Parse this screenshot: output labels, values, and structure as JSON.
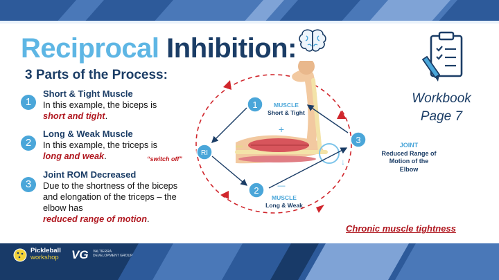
{
  "title": {
    "part1": "Reciprocal",
    "part2": "Inhibition:"
  },
  "subtitle": "3 Parts of the Process:",
  "steps": [
    {
      "num": "1",
      "heading": "Short & Tight Muscle",
      "text": "In this example, the biceps is",
      "emphasis": "short and tight",
      "after": "."
    },
    {
      "num": "2",
      "heading": "Long & Weak Muscle",
      "text": "In this example, the triceps is",
      "emphasis": "long and weak",
      "after": "."
    },
    {
      "num": "3",
      "heading": "Joint ROM Decreased",
      "text": "Due to the shortness of the biceps and elongation of the triceps – the elbow has",
      "emphasis": "reduced range of motion",
      "after": "."
    }
  ],
  "switch_off": "“switch off”",
  "diagram": {
    "marker1": "1",
    "marker2": "2",
    "marker3": "3",
    "ri": "RI",
    "plus": "+",
    "minus": "—",
    "muscle1": {
      "label": "MUSCLE",
      "desc": "Short & Tight"
    },
    "muscle2": {
      "label": "MUSCLE",
      "desc": "Long & Weak"
    },
    "joint": {
      "label": "JOINT",
      "desc": "Reduced Range of Motion of the Elbow"
    }
  },
  "workbook": {
    "line1": "Workbook",
    "line2": "Page 7"
  },
  "chronic": "Chronic muscle tightness",
  "footer": {
    "logo_line1": "Pickleball",
    "logo_line2": "workshop",
    "vg": "VG",
    "vg_text": "VALTIERRA DEVELOPMENT GROUP"
  },
  "colors": {
    "navy": "#1b3d66",
    "sky": "#5eb6e4",
    "accent_red": "#b01820",
    "blue": "#4aa6d9"
  }
}
